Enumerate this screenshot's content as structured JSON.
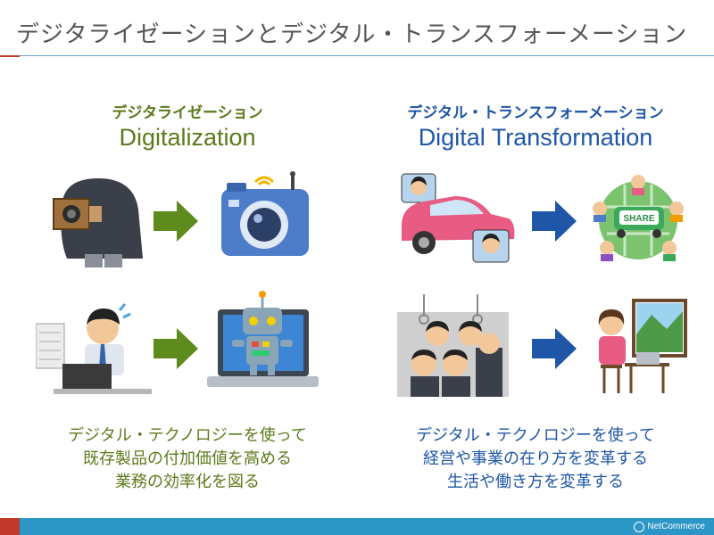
{
  "slide": {
    "title": "デジタライゼーションとデジタル・トランスフォーメーション"
  },
  "left": {
    "heading_jp": "デジタライゼーション",
    "heading_en": "Digitalization",
    "description": [
      "デジタル・テクノロジーを使って",
      "既存製品の付加価値を高める",
      "業務の効率化を図る"
    ]
  },
  "right": {
    "heading_jp": "デジタル・トランスフォーメーション",
    "heading_en": "Digital Transformation",
    "description": [
      "デジタル・テクノロジーを使って",
      "経営や事業の在り方を変革する",
      "生活や働き方を変革する"
    ],
    "share_badge": "SHARE"
  },
  "footer": {
    "brand": "NetCommerce"
  },
  "colors": {
    "left_accent": "#5a7a1a",
    "right_accent": "#1f56a8",
    "footer_bar": "#2c97c6",
    "red_accent": "#c0392b"
  }
}
